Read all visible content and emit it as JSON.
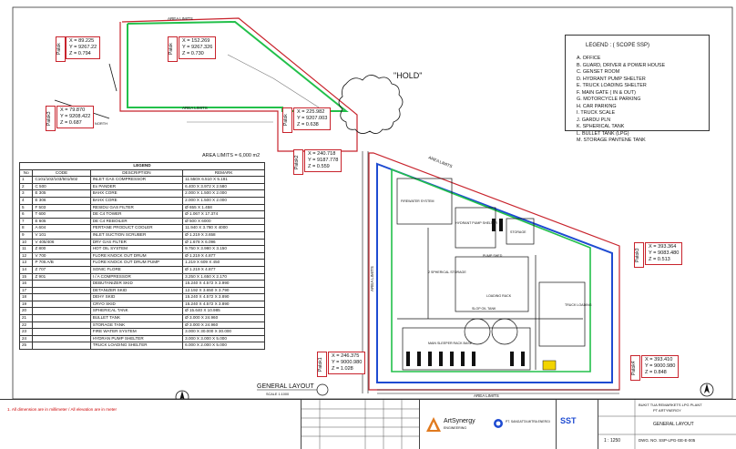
{
  "diagram": {
    "hold_label": "\"HOLD\"",
    "area_limits_label": "AREA LIMITS",
    "area_limits_total": "AREA LIMITS = 6,000 m2",
    "plant_north": "PLANT NORTH",
    "general_layout": "GENERAL LAYOUT",
    "general_layout_scale": "SCALE 1:1000",
    "internal_labels": {
      "firewater": "FIREWATER SYSTEM",
      "hydrant": "HYDRANT PUMP SHELTER",
      "pump_shed": "PUMP SHED",
      "storage": "STORAGE",
      "loading_rack": "LOADING RACK",
      "truck_loading": "TRUCK LOADING",
      "slop_tank": "SLOP OIL TANK",
      "sleeper": "MAIN SLEEPER RACK BASE",
      "spheres": "2 SPHERICAL STORAGE"
    },
    "colors": {
      "red": "#c8232c",
      "green": "#22c04a",
      "blue": "#1e4bd2",
      "black": "#111111"
    }
  },
  "coordinates": [
    {
      "id": "patok-top-left",
      "patok": "Patok",
      "x": "X =  89.225",
      "y": "Y = 9267.22",
      "z": "Z =   0.794"
    },
    {
      "id": "patok-top",
      "patok": "Patok",
      "x": "X =  152.269",
      "y": "Y = 9267.326",
      "z": "Z =   0.730"
    },
    {
      "id": "patok-left",
      "patok": "Patok3",
      "x": "X =  79.870",
      "y": "Y = 9208.422",
      "z": "Z =   0.687"
    },
    {
      "id": "patok-center",
      "patok": "Patok",
      "x": "X =  225.982",
      "y": "Y = 9207.003",
      "z": "Z =   0.638"
    },
    {
      "id": "patok-center-low",
      "patok": "Patok2",
      "x": "X =  240.718",
      "y": "Y = 9187.778",
      "z": "Z =   0.559"
    },
    {
      "id": "patok-right",
      "patok": "Patok3",
      "x": "X =  393.364",
      "y": "Y = 9083.480",
      "z": "Z =   0.513"
    },
    {
      "id": "patok-bottom-left",
      "patok": "Patok1",
      "x": "X =  246.375",
      "y": "Y = 9000.980",
      "z": "Z =   1.028"
    },
    {
      "id": "patok-bottom-right",
      "patok": "Patok4",
      "x": "X =  393.410",
      "y": "Y = 9000.980",
      "z": "Z =   0.848"
    }
  ],
  "legend_table": {
    "title": "LEGEND",
    "headers": [
      "No",
      "CODE",
      "DESCRIPTION",
      "REMARK"
    ],
    "rows": [
      [
        "1",
        "C101/102/103/501/502",
        "INLET GAS COMPRESSOR",
        "11.550X 6.510 X 5.181"
      ],
      [
        "2",
        "C 500",
        "Ex PANDER",
        "6.400 X 3.972 X 2.580"
      ],
      [
        "3",
        "E 305",
        "BAHX CORE",
        "2.000 X 1.500 X 2.000"
      ],
      [
        "4",
        "E 306",
        "BAHX CORE",
        "2.000 X 1.500 X 2.000"
      ],
      [
        "5",
        "F 503",
        "RESIDU GAS FILTER",
        "Ø 655 X 1.458"
      ],
      [
        "6",
        "T 600",
        "DE C4 TOWER",
        "Ø 1.067 X 17.374"
      ],
      [
        "7",
        "E 605",
        "DE C4 REBOILER",
        "Ø 500 X 6000"
      ],
      [
        "8",
        "A 604",
        "PERTANE PRODUCT COOLER",
        "11.940 X 3.780 X 4000"
      ],
      [
        "9",
        "V 101",
        "INLET SUCTION SCRUBER",
        "Ø 1.219 X 3.658"
      ],
      [
        "10",
        "V 405/406",
        "DRY GAS FILTER",
        "Ø 1.678 X 6.096"
      ],
      [
        "11",
        "Z 800",
        "HOT OIL SYSTEM",
        "9.750 X 3.980 X 3.150"
      ],
      [
        "12",
        "V 700",
        "FLORE KNOCK OUT DRUM",
        "Ø 1.219 X 4.877"
      ],
      [
        "13",
        "P 705 A/B",
        "FLORE KNOCK OUT DRUM PUMP",
        "1.219 X 609 X 450"
      ],
      [
        "14",
        "Z 707",
        "SONIC FLORE",
        "Ø 1.219 X 4.877"
      ],
      [
        "15",
        "Z 901",
        "I  /  A  COMPRESSOR",
        "3.250 X 1.650 X 2.170"
      ],
      [
        "16",
        "",
        "DEBUTANIZER SKID",
        "15.240 X 4.572 X 3.990"
      ],
      [
        "17",
        "",
        "DETANIZER SKID",
        "12.192 X 3.650 X 3.790"
      ],
      [
        "18",
        "",
        "DEHY SKID",
        "15.240 X 4.572 X 3.890"
      ],
      [
        "19",
        "",
        "CRYO SKID",
        "15.240 X 4.572 X 3.890"
      ],
      [
        "20",
        "",
        "SPHERICAL TANK",
        "Ø 15.640 X 10.985"
      ],
      [
        "21",
        "",
        "BULLET TANK",
        "Ø 3.000 X 24.960"
      ],
      [
        "22",
        "",
        "STORAGE TANK",
        "Ø 3.000 X 24.960"
      ],
      [
        "23",
        "",
        "FIRE WATER SYSTEM",
        "3.000 X 30.000 X 30.000"
      ],
      [
        "24",
        "",
        "HYDRAN PUMP SHELTER",
        "3.000 X 3.000 X 5.000"
      ],
      [
        "25",
        "",
        "TRUCK LOADING SHELTER",
        "6.000 X 2.000 X 5.000"
      ]
    ]
  },
  "scope_legend": {
    "title": "LEGEND : ( SCOPE SSP)",
    "items": [
      "A.  OFFICE",
      "B.  GUARD, DRIVER & POWER HOUSE",
      "C.  GENSET ROOM",
      "D.  HYDRANT PUMP SHELTER",
      "E.  TRUCK LOADING SHELTER",
      "F.  MAIN GATE  ( IN & OUT)",
      "G.  MOTORCYCLE PARKING",
      "H.  CAR PARKING",
      "I.  TRUCK SCALE",
      "J.  GARDU PLN",
      "K.  SPHERICAL TANK",
      "L.  BULLET TANK  (LPG)",
      "M.  STORAGE PANTENE TANK"
    ]
  },
  "title_block": {
    "note": "1. All dimension are in millimeter / All elevation are in meter",
    "company1": "ArtSynergy",
    "company1_sub": "ENGINEERING",
    "company2": "PT. SANGATTA MITRA ENERGI",
    "company3": "SST",
    "project": "BUKIT TUA REMARKETS LPG PLANT",
    "project_sub": "PT ARTYNERGY",
    "drawing_title": "GENERAL LAYOUT",
    "scale": "1 : 1250",
    "dwg_no": "DWG. NO. SSP-LPG-GE-E-005"
  }
}
